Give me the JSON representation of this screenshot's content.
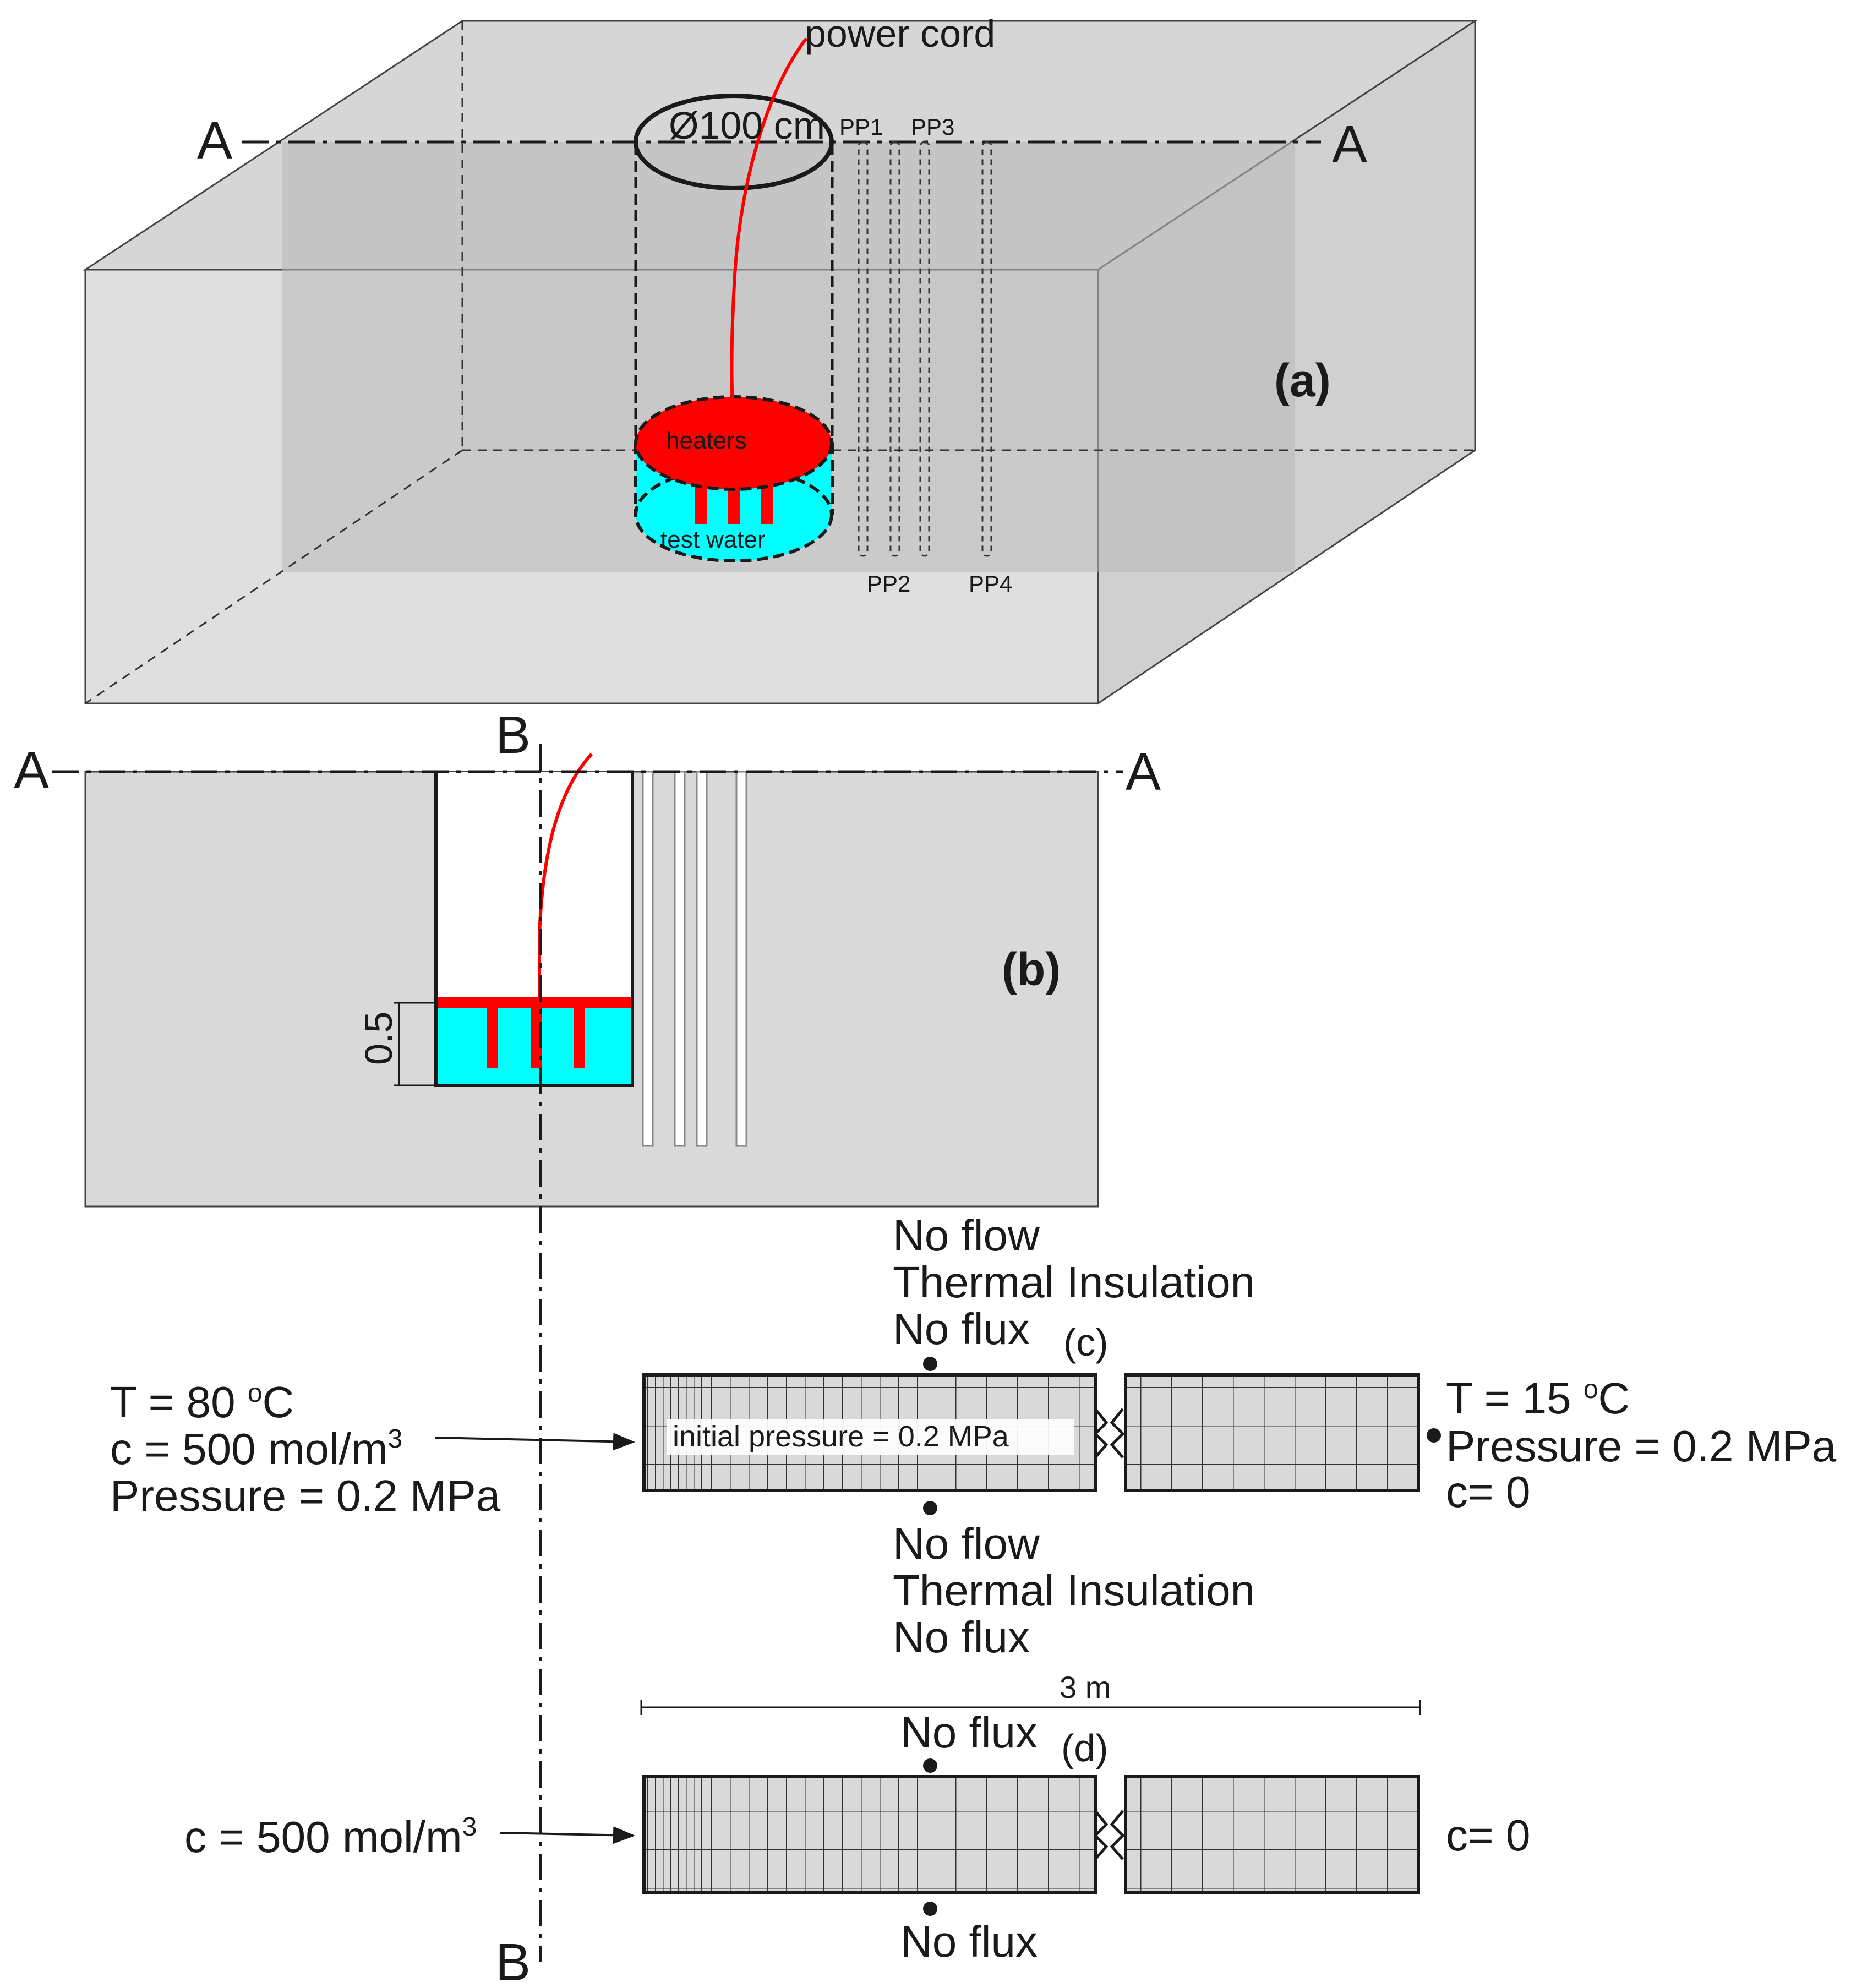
{
  "colors": {
    "box": "#d9d9d9",
    "box_back": "#c8c8c8",
    "heater": "#ff0000",
    "water": "#00ffff",
    "line": "#1a1a1a"
  },
  "panel_a": {
    "label": "(a)",
    "section_left": "A",
    "section_right": "A",
    "power_cord": "power cord",
    "diameter": "Ø100 cm",
    "heaters": "heaters",
    "test_water": "test water",
    "probes_top": [
      "PP1",
      "PP3"
    ],
    "probes_bottom": [
      "PP2",
      "PP4"
    ]
  },
  "panel_b": {
    "label": "(b)",
    "section_left": "A",
    "section_right": "A",
    "section_top": "B",
    "section_bottom": "B",
    "dimension": "0.5"
  },
  "panel_c": {
    "label": "(c)",
    "top_bc": [
      "No flow",
      "Thermal Insulation",
      "No flux"
    ],
    "bottom_bc": [
      "No flow",
      "Thermal Insulation",
      "No flux"
    ],
    "left_bc": {
      "temp_prefix": "T = 80 ",
      "temp_sup": "o",
      "temp_unit": "C",
      "conc_prefix": "c = 500 mol/m",
      "conc_sup": "3",
      "pressure": "Pressure = 0.2 MPa"
    },
    "right_bc": {
      "temp_prefix": "T = 15 ",
      "temp_sup": "o",
      "temp_unit": "C",
      "pressure": "Pressure = 0.2 MPa",
      "conc": "c= 0"
    },
    "initial": "initial pressure = 0.2 MPa"
  },
  "panel_d": {
    "label": "(d)",
    "length": "3 m",
    "top_bc": "No flux",
    "bottom_bc": "No flux",
    "left_bc": {
      "conc_prefix": "c = 500 mol/m",
      "conc_sup": "3"
    },
    "right_bc": "c= 0"
  }
}
